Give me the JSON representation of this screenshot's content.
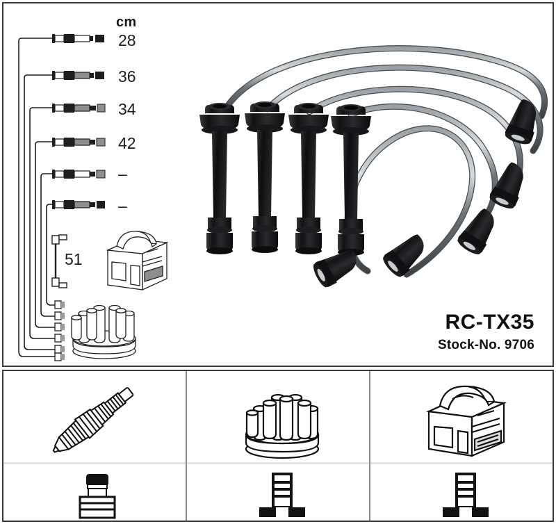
{
  "product": {
    "part_number": "RC-TX35",
    "stock_label": "Stock-No. 9706"
  },
  "measurements": {
    "unit_label": "cm",
    "lead_lengths": [
      "28",
      "36",
      "34",
      "42",
      "–",
      "–"
    ],
    "coil_lead_length": "51"
  },
  "schematic": {
    "leads_count": 6,
    "items": [
      {
        "name": "ignition-coil",
        "label": ""
      },
      {
        "name": "distributor-cap",
        "label": ""
      }
    ]
  },
  "photo": {
    "spark_plug_boots": 4,
    "angled_connector_boots": 5
  },
  "legend_cells": [
    {
      "top_icon": "spark-plug",
      "bottom_icon": "spark-plug-connector-boot"
    },
    {
      "top_icon": "distributor-cap",
      "bottom_icon": "distributor-connector-terminal"
    },
    {
      "top_icon": "ignition-coil",
      "bottom_icon": "coil-connector-terminal"
    }
  ],
  "colors": {
    "frame": "#3a3a3a",
    "divider": "#8a8a8a",
    "text": "#1c1c1c",
    "wire_dark": "#2b2b2b",
    "boot_black": "#161616",
    "background": "#ffffff"
  }
}
